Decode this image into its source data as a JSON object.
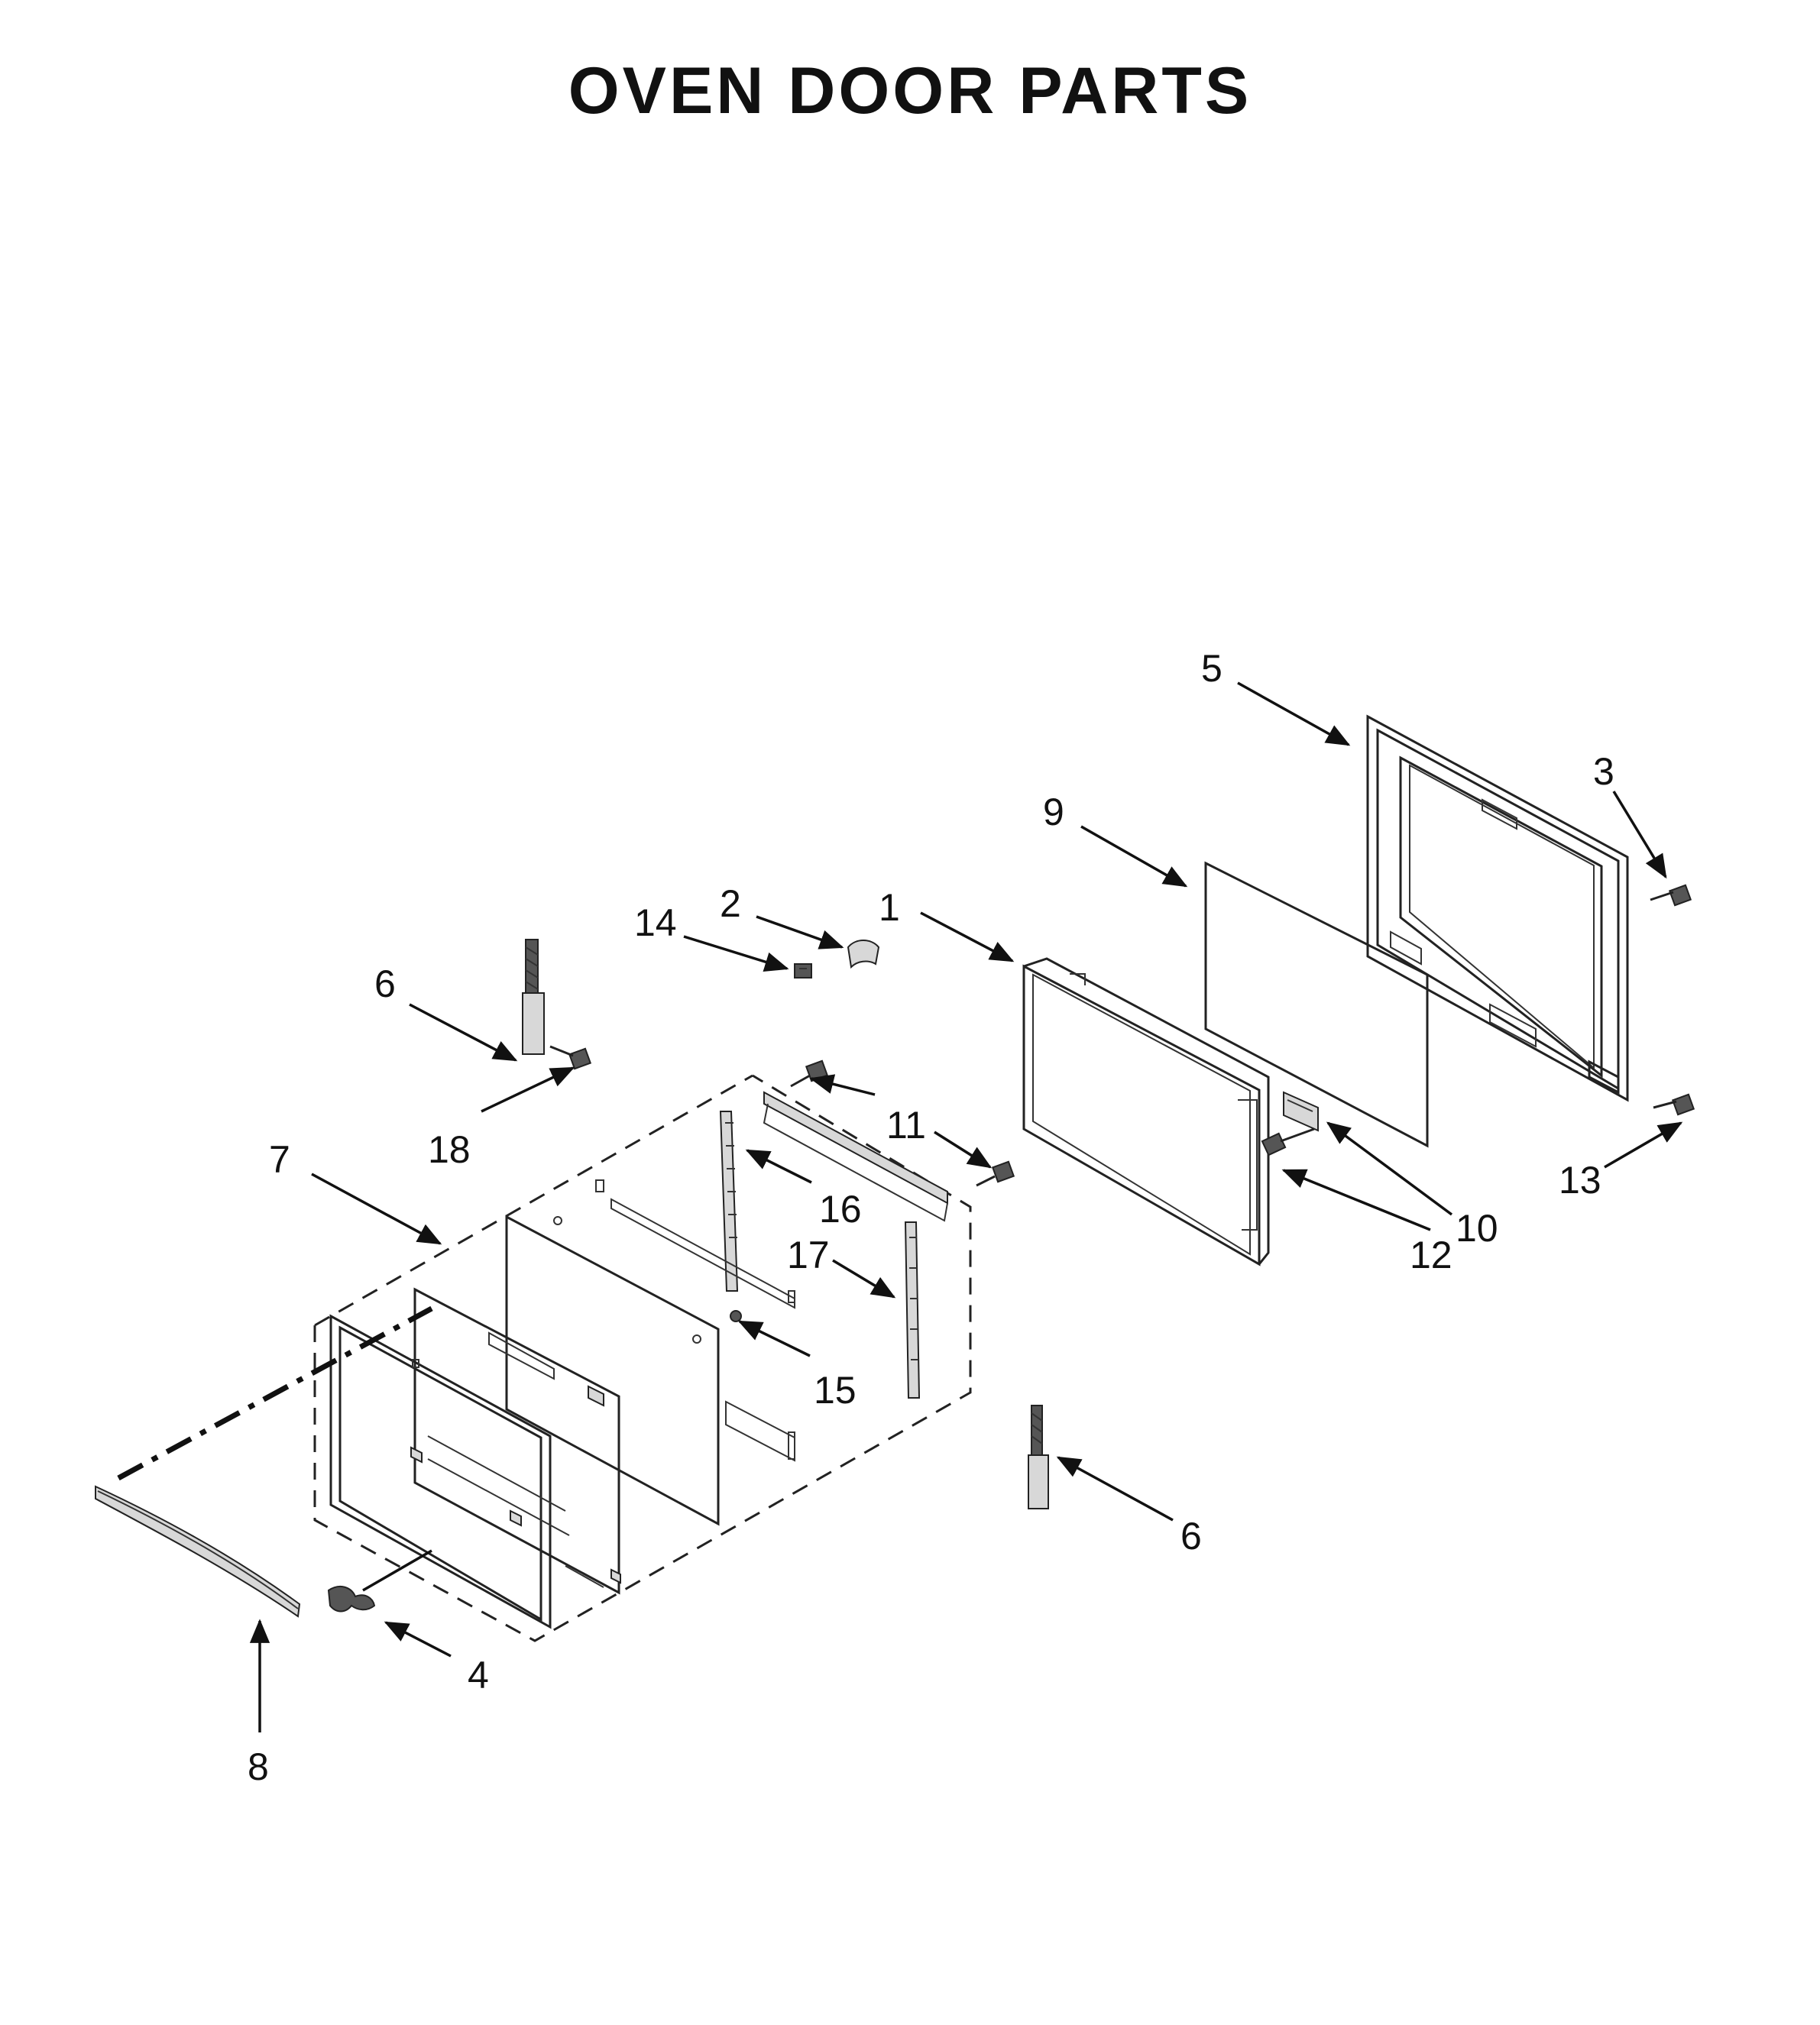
{
  "diagram": {
    "title": "OVEN DOOR PARTS",
    "callouts": [
      {
        "id": "callout-1",
        "label": "1"
      },
      {
        "id": "callout-2",
        "label": "2"
      },
      {
        "id": "callout-3",
        "label": "3"
      },
      {
        "id": "callout-4",
        "label": "4"
      },
      {
        "id": "callout-5",
        "label": "5"
      },
      {
        "id": "callout-6-top",
        "label": "6"
      },
      {
        "id": "callout-6-bottom",
        "label": "6"
      },
      {
        "id": "callout-7",
        "label": "7"
      },
      {
        "id": "callout-8",
        "label": "8"
      },
      {
        "id": "callout-9",
        "label": "9"
      },
      {
        "id": "callout-10",
        "label": "10"
      },
      {
        "id": "callout-11",
        "label": "11"
      },
      {
        "id": "callout-12",
        "label": "12"
      },
      {
        "id": "callout-13",
        "label": "13"
      },
      {
        "id": "callout-14",
        "label": "14"
      },
      {
        "id": "callout-15",
        "label": "15"
      },
      {
        "id": "callout-16",
        "label": "16"
      },
      {
        "id": "callout-17",
        "label": "17"
      },
      {
        "id": "callout-18",
        "label": "18"
      }
    ]
  }
}
